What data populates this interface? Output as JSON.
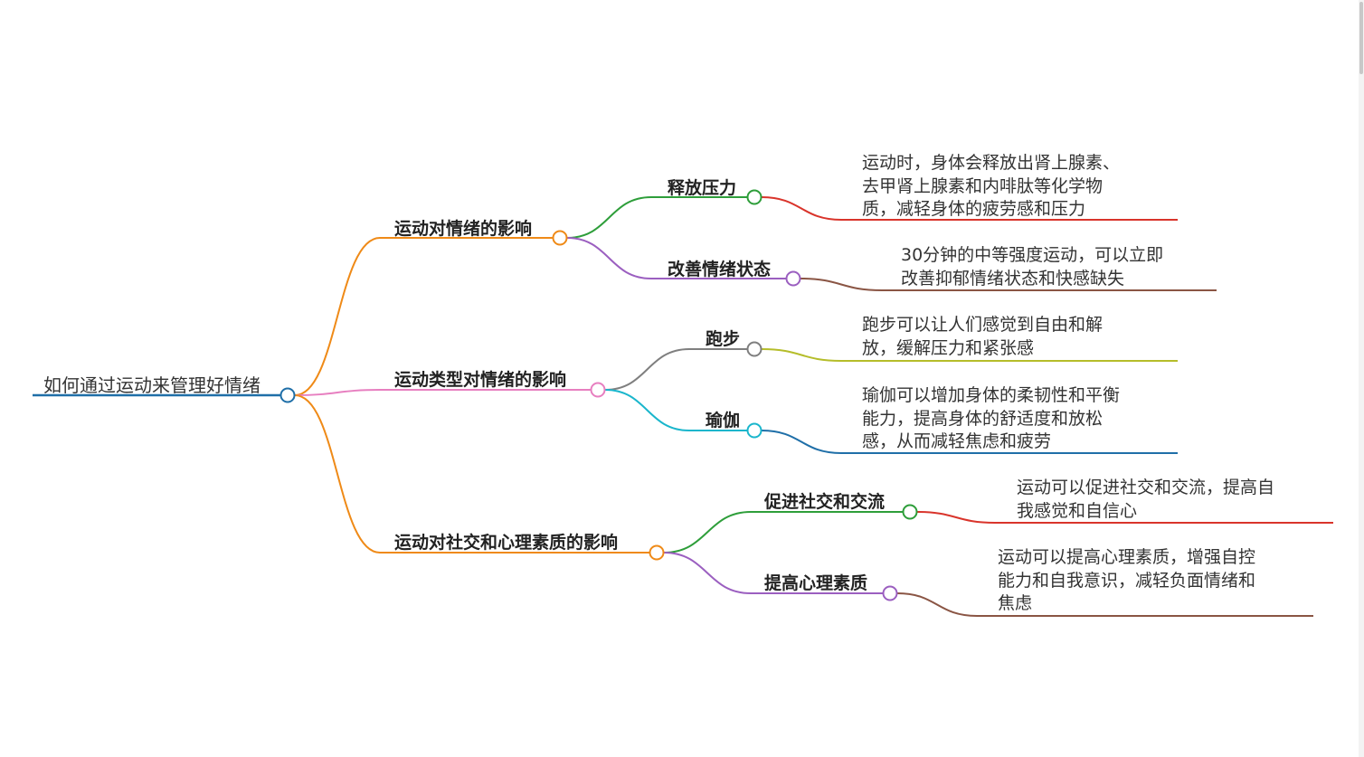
{
  "root": {
    "label": "如何通过运动来管理好情绪",
    "color": "#1f6fa8"
  },
  "branches": [
    {
      "label": "运动对情绪的影响",
      "color": "#ef8a17",
      "children": [
        {
          "label": "释放压力",
          "color": "#2e9e3a",
          "leaf_color": "#d9342b",
          "leaf_lines": [
            "运动时，身体会释放出肾上腺素、",
            "去甲肾上腺素和内啡肽等化学物",
            "质，减轻身体的疲劳感和压力"
          ]
        },
        {
          "label": "改善情绪状态",
          "color": "#9b5fc0",
          "leaf_color": "#8a5544",
          "leaf_lines": [
            "30分钟的中等强度运动，可以立即",
            "改善抑郁情绪状态和快感缺失"
          ]
        }
      ]
    },
    {
      "label": "运动类型对情绪的影响",
      "color": "#e77fc0",
      "children": [
        {
          "label": "跑步",
          "color": "#7f7f7f",
          "leaf_color": "#b5bd2a",
          "leaf_lines": [
            "跑步可以让人们感觉到自由和解",
            "放，缓解压力和紧张感"
          ]
        },
        {
          "label": "瑜伽",
          "color": "#1ab6cc",
          "leaf_color": "#1f6fa8",
          "leaf_lines": [
            "瑜伽可以增加身体的柔韧性和平衡",
            "能力，提高身体的舒适度和放松",
            "感，从而减轻焦虑和疲劳"
          ]
        }
      ]
    },
    {
      "label": "运动对社交和心理素质的影响",
      "color": "#ef8a17",
      "children": [
        {
          "label": "促进社交和交流",
          "color": "#2e9e3a",
          "leaf_color": "#d9342b",
          "leaf_lines": [
            "运动可以促进社交和交流，提高自",
            "我感觉和自信心"
          ]
        },
        {
          "label": "提高心理素质",
          "color": "#9b5fc0",
          "leaf_color": "#8a5544",
          "leaf_lines": [
            "运动可以提高心理素质，增强自控",
            "能力和自我意识，减轻负面情绪和",
            "焦虑"
          ]
        }
      ]
    }
  ]
}
